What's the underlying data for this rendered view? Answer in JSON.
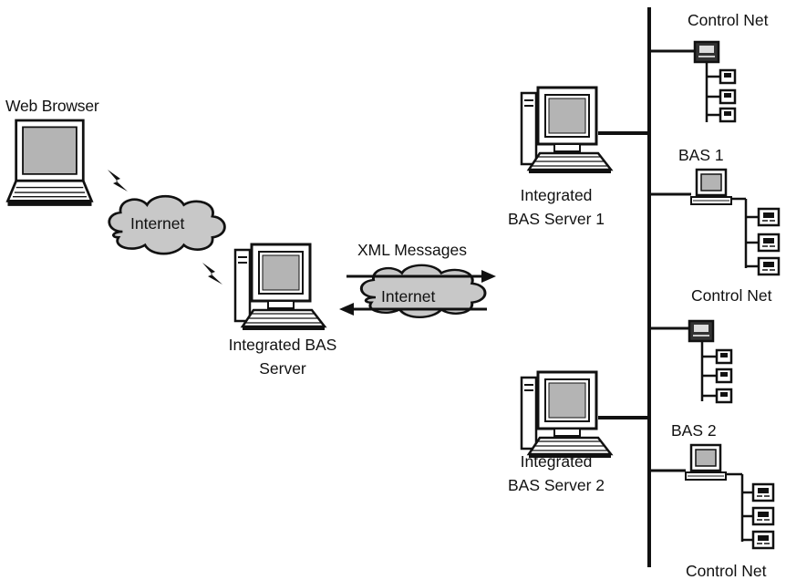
{
  "labels": {
    "web_browser": "Web Browser",
    "internet_1": "Internet",
    "internet_2": "Internet",
    "xml_messages": "XML Messages",
    "integrated_bas_server_line1": "Integrated BAS",
    "integrated_bas_server_line2": "Server",
    "server1_line1": "Integrated",
    "server1_line2": "BAS Server 1",
    "server2_line1": "Integrated",
    "server2_line2": "BAS Server 2",
    "control_net_top": "Control Net",
    "bas1": "BAS 1",
    "control_net_mid": "Control Net",
    "bas2": "BAS 2",
    "control_net_bottom": "Control Net"
  },
  "colors": {
    "line": "#111111",
    "cloud_fill": "#c8c8c8",
    "screen_fill": "#b4b4b4",
    "device_fill": "#ffffff"
  }
}
